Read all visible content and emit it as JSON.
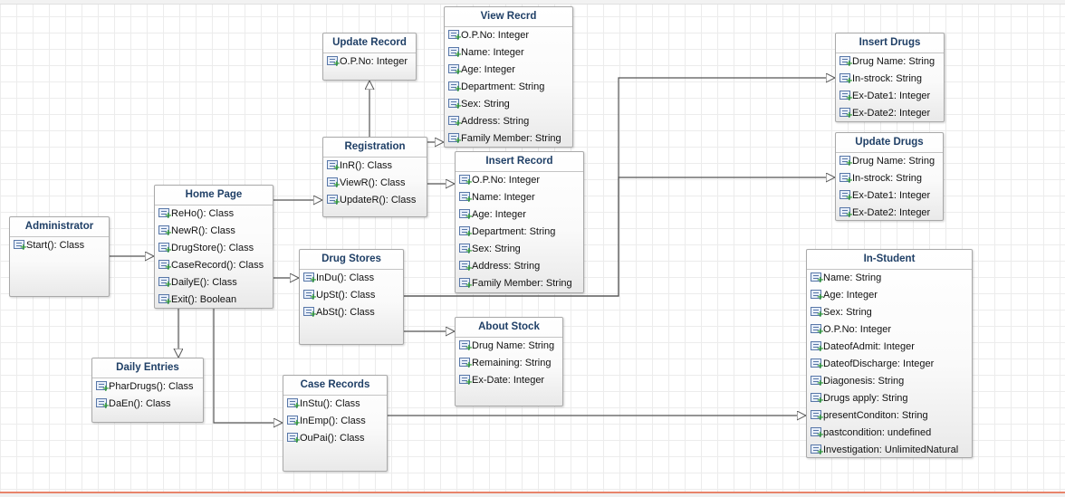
{
  "classes": {
    "administrator": {
      "name": "Administrator",
      "attrs": [
        "Start(): Class"
      ]
    },
    "home_page": {
      "name": "Home Page",
      "attrs": [
        "ReHo(): Class",
        "NewR(): Class",
        "DrugStore(): Class",
        "CaseRecord(): Class",
        "DailyE(): Class",
        "Exit(): Boolean"
      ]
    },
    "daily_entries": {
      "name": "Daily Entries",
      "attrs": [
        "PharDrugs(): Class",
        "DaEn(): Class"
      ]
    },
    "update_record": {
      "name": "Update Record",
      "attrs": [
        "O.P.No: Integer"
      ]
    },
    "registration": {
      "name": "Registration",
      "attrs": [
        "InR(): Class",
        "ViewR(): Class",
        "UpdateR(): Class"
      ]
    },
    "drug_stores": {
      "name": "Drug Stores",
      "attrs": [
        "InDu(): Class",
        "UpSt(): Class",
        "AbSt(): Class"
      ]
    },
    "case_records": {
      "name": "Case Records",
      "attrs": [
        "InStu(): Class",
        "InEmp(): Class",
        "OuPai(): Class"
      ]
    },
    "view_record": {
      "name": "View Recrd",
      "attrs": [
        "O.P.No: Integer",
        "Name: Integer",
        "Age: Integer",
        "Department: String",
        "Sex: String",
        "Address: String",
        "Family Member: String"
      ]
    },
    "insert_record": {
      "name": "Insert Record",
      "attrs": [
        "O.P.No: Integer",
        "Name: Integer",
        "Age: Integer",
        "Department: String",
        "Sex: String",
        "Address: String",
        "Family Member: String"
      ]
    },
    "about_stock": {
      "name": "About Stock",
      "attrs": [
        "Drug Name: String",
        "Remaining: String",
        "Ex-Date: Integer"
      ]
    },
    "insert_drugs": {
      "name": "Insert Drugs",
      "attrs": [
        "Drug Name: String",
        "In-strock: String",
        "Ex-Date1: Integer",
        "Ex-Date2: Integer"
      ]
    },
    "update_drugs": {
      "name": "Update Drugs",
      "attrs": [
        "Drug Name: String",
        "In-strock: String",
        "Ex-Date1: Integer",
        "Ex-Date2: Integer"
      ]
    },
    "in_student": {
      "name": "In-Student",
      "attrs": [
        "Name: String",
        "Age: Integer",
        "Sex: String",
        "O.P.No: Integer",
        "DateofAdmit: Integer",
        "DateofDischarge: Integer",
        "Diagonesis: String",
        "Drugs apply: String",
        "presentConditon: String",
        "pastcondition: undefined",
        "Investigation: UnlimitedNatural"
      ]
    }
  },
  "colors": {
    "title": "#1f3f66",
    "line": "#555555",
    "border": "#a9a9a9",
    "accent": "#e8836a"
  }
}
